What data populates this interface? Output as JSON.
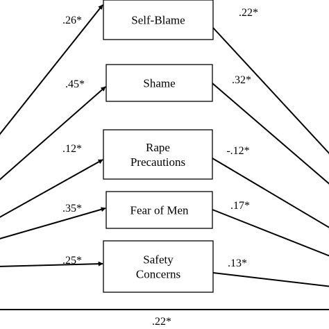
{
  "diagram": {
    "nodes": [
      {
        "id": "self_blame",
        "lines": [
          "Self-Blame"
        ]
      },
      {
        "id": "shame",
        "lines": [
          "Shame"
        ]
      },
      {
        "id": "rape_precautions",
        "lines": [
          "Rape",
          "Precautions"
        ]
      },
      {
        "id": "fear_of_men",
        "lines": [
          "Fear of Men"
        ]
      },
      {
        "id": "safety_concerns",
        "lines": [
          "Safety",
          "Concerns"
        ]
      }
    ],
    "paths_in": [
      {
        "to": "self_blame",
        "coef": ".26*"
      },
      {
        "to": "shame",
        "coef": ".45*"
      },
      {
        "to": "rape_precautions",
        "coef": ".12*"
      },
      {
        "to": "fear_of_men",
        "coef": ".35*"
      },
      {
        "to": "safety_concerns",
        "coef": ".25*"
      }
    ],
    "paths_out": [
      {
        "from": "self_blame",
        "coef": ".22*"
      },
      {
        "from": "shame",
        "coef": ".32*"
      },
      {
        "from": "rape_precautions",
        "coef": "-.12*"
      },
      {
        "from": "fear_of_men",
        "coef": ".17*"
      },
      {
        "from": "safety_concerns",
        "coef": ".13*"
      }
    ],
    "direct_path": {
      "coef": ".22*"
    }
  }
}
